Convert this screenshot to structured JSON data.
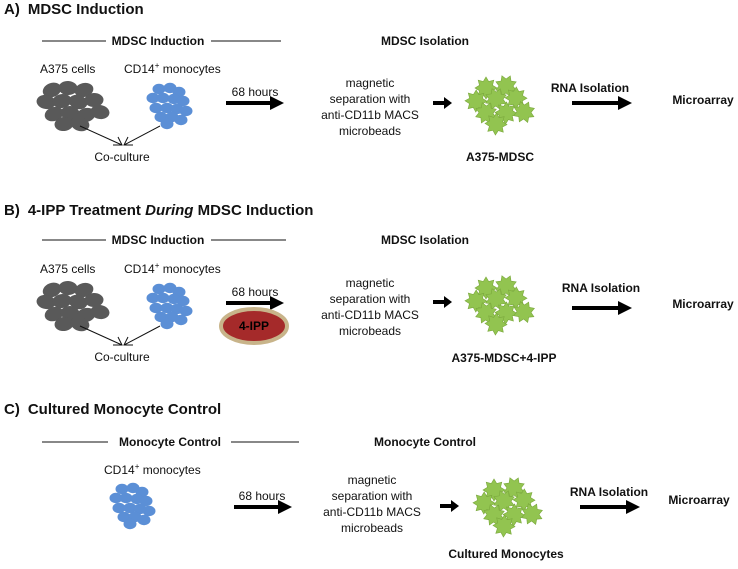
{
  "colors": {
    "tumor_cells": "#595959",
    "monocytes": "#5b8fd6",
    "mdsc": "#92c450",
    "inhibitor_fill": "#a52a2a",
    "inhibitor_ring": "#c8b48a",
    "arrows": "#000000"
  },
  "panels": [
    {
      "letter": "A)",
      "title": "MDSC Induction",
      "title_italic": "",
      "title_rest": "",
      "left_header": "MDSC Induction",
      "right_header": "MDSC Isolation",
      "a375_label": "A375 cells",
      "cd14_prefix": "CD14",
      "cd14_sup": "+",
      "cd14_suffix": " monocytes",
      "co_culture": "Co-culture",
      "time_label": "68 hours",
      "separation": [
        "magnetic",
        "separation with",
        "anti-CD11b MACS",
        "microbeads"
      ],
      "product": "A375-MDSC",
      "rna": "RNA Isolation",
      "microarray": "Microarray"
    },
    {
      "letter": "B)",
      "title": "4-IPP Treatment ",
      "title_italic": "During",
      "title_rest": " MDSC Induction",
      "left_header": "MDSC Induction",
      "right_header": "MDSC Isolation",
      "a375_label": "A375 cells",
      "cd14_prefix": "CD14",
      "cd14_sup": "+",
      "cd14_suffix": " monocytes",
      "co_culture": "Co-culture",
      "time_label": "68 hours",
      "inhibitor": "4-IPP",
      "separation": [
        "magnetic",
        "separation with",
        "anti-CD11b MACS",
        "microbeads"
      ],
      "product": "A375-MDSC+4-IPP",
      "rna": "RNA Isolation",
      "microarray": "Microarray"
    },
    {
      "letter": "C)",
      "title": "Cultured Monocyte Control",
      "title_italic": "",
      "title_rest": "",
      "left_header": "Monocyte Control",
      "right_header": "Monocyte Control",
      "cd14_prefix": "CD14",
      "cd14_sup": "+",
      "cd14_suffix": " monocytes",
      "time_label": "68 hours",
      "separation": [
        "magnetic",
        "separation with",
        "anti-CD11b MACS",
        "microbeads"
      ],
      "product": "Cultured Monocytes",
      "rna": "RNA Isolation",
      "microarray": "Microarray"
    }
  ]
}
